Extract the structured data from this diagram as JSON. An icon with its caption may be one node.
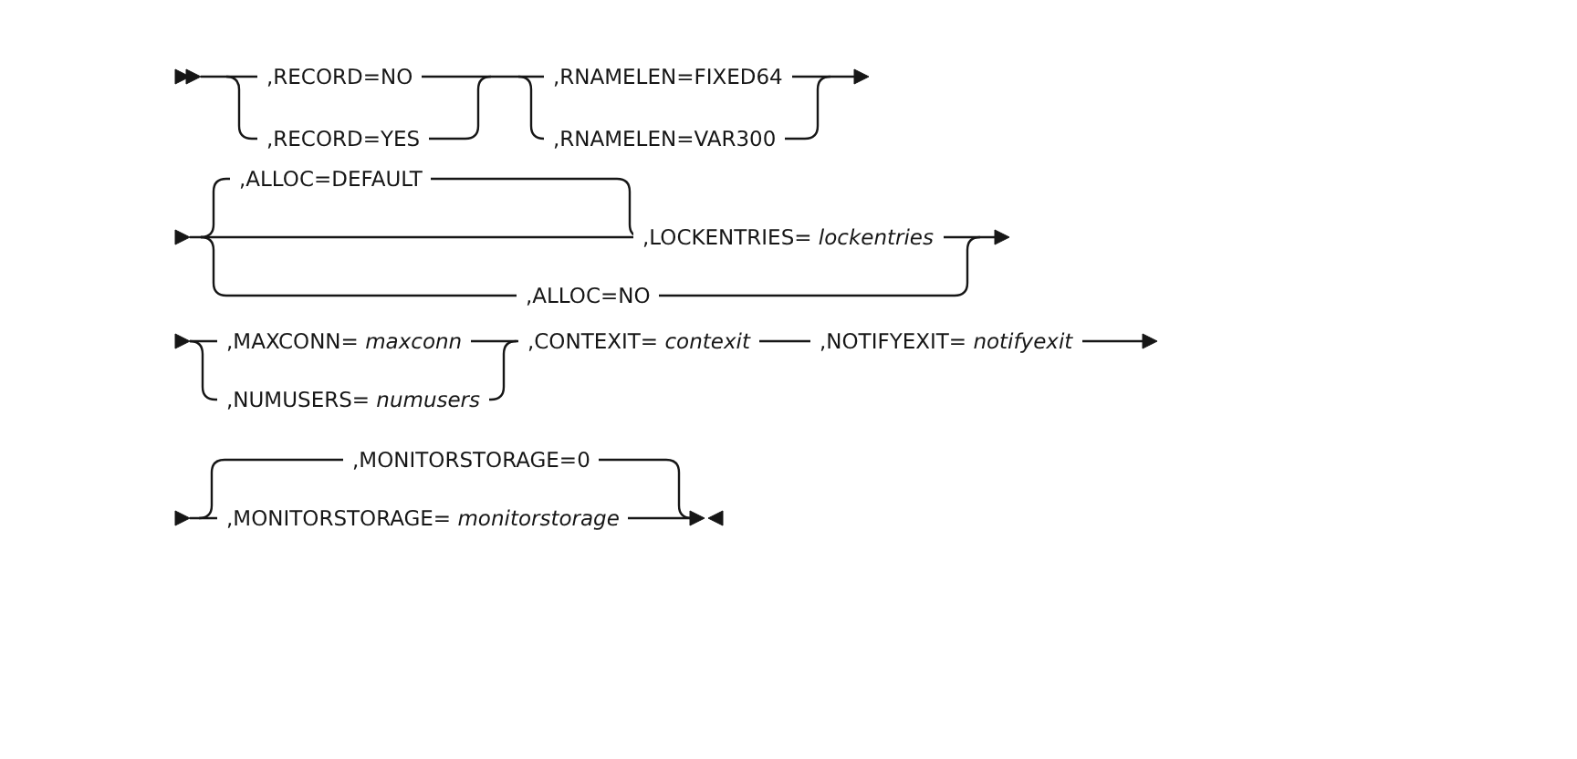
{
  "diagram": {
    "labels": [
      ",RECORD=NO",
      ",RECORD=YES",
      ",RNAMELEN=FIXED64",
      ",RNAMELEN=VAR300",
      ",ALLOC=DEFAULT",
      ",LOCKENTRIES= *lockentries*",
      ",ALLOC=NO",
      ",MAXCONN= *maxconn*",
      ",CONTEXIT= *contexit*",
      ",NOTIFYEXIT= *notifyexit*",
      ",NUMUSERS= *numusers*",
      ",MONITORSTORAGE=0",
      ",MONITORSTORAGE= *monitorstorage*"
    ]
  }
}
